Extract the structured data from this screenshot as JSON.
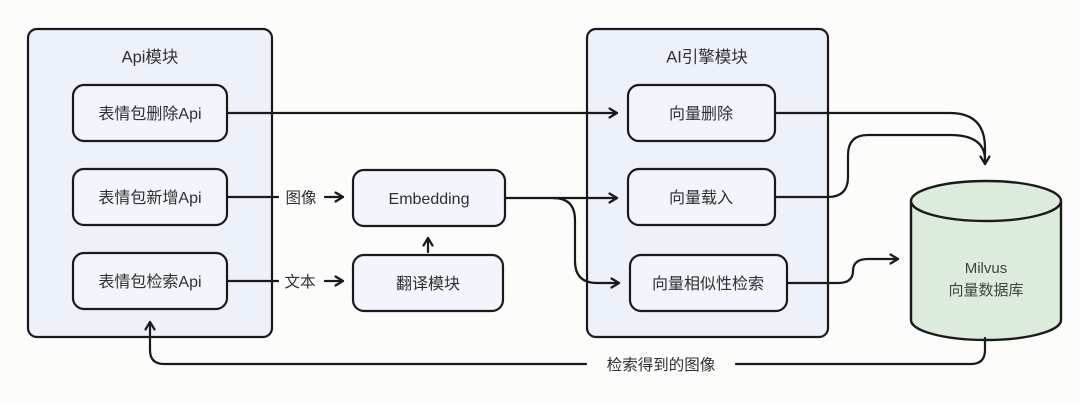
{
  "colors": {
    "background": "#fcfcfa",
    "container_fill": "#edf1f9",
    "node_fill": "#f2f5fc",
    "database_fill": "#dcecdc",
    "line": "#1a1a1a",
    "text": "#2f2f2f"
  },
  "api_module": {
    "title": "Api模块",
    "nodes": {
      "delete": "表情包删除Api",
      "add": "表情包新增Api",
      "search": "表情包检索Api"
    }
  },
  "pipeline": {
    "embedding": "Embedding",
    "translator": "翻译模块"
  },
  "ai_module": {
    "title": "AI引擎模块",
    "nodes": {
      "vec_delete": "向量删除",
      "vec_load": "向量载入",
      "vec_search": "向量相似性检索"
    }
  },
  "database": {
    "name": "Milvus",
    "type": "向量数据库"
  },
  "edge_labels": {
    "image": "图像",
    "text": "文本",
    "retrieved_images": "检索得到的图像"
  }
}
